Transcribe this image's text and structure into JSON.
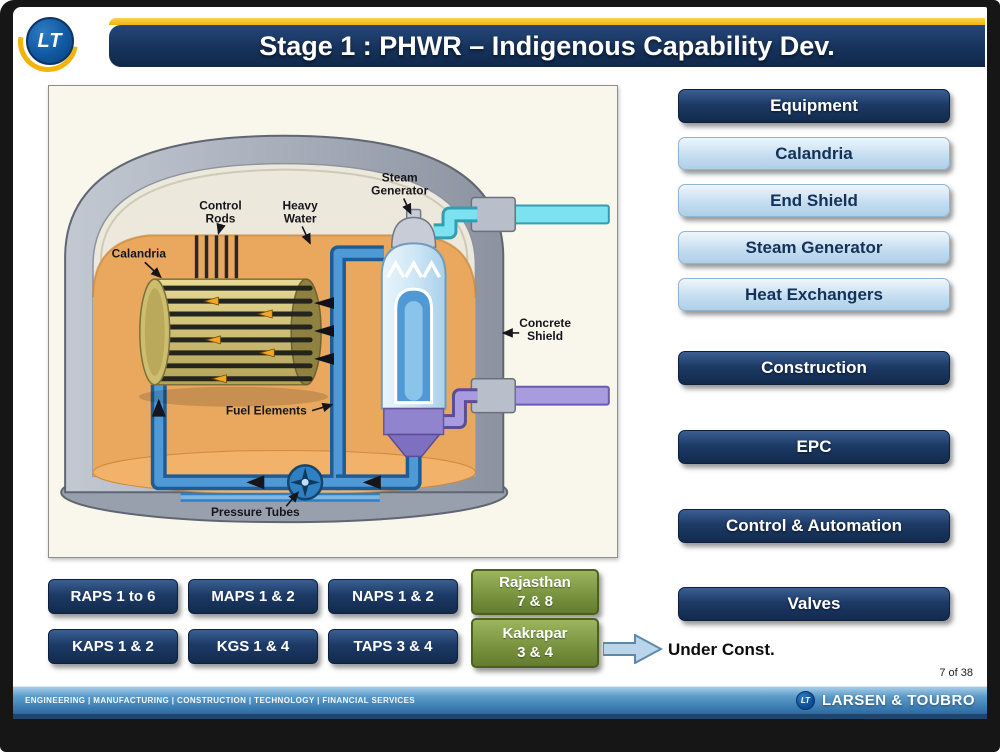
{
  "header": {
    "title": "Stage 1 : PHWR – Indigenous Capability Dev."
  },
  "logo": {
    "monogram": "LT"
  },
  "diagram": {
    "labels": {
      "control_rods_line1": "Control",
      "control_rods_line2": "Rods",
      "heavy_water_line1": "Heavy",
      "heavy_water_line2": "Water",
      "steam_gen_line1": "Steam",
      "steam_gen_line2": "Generator",
      "calandria": "Calandria",
      "concrete_line1": "Concrete",
      "concrete_line2": "Shield",
      "fuel_elements": "Fuel Elements",
      "pressure_tubes": "Pressure Tubes"
    }
  },
  "sidebar": {
    "equipment_header": "Equipment",
    "equipment_items": [
      {
        "label": "Calandria"
      },
      {
        "label": "End Shield"
      },
      {
        "label": "Steam Generator"
      },
      {
        "label": "Heat Exchangers"
      }
    ],
    "category_buttons": [
      {
        "label": "Construction"
      },
      {
        "label": "EPC"
      },
      {
        "label": "Control & Automation"
      },
      {
        "label": "Valves"
      }
    ]
  },
  "plants": {
    "units": [
      {
        "label": "RAPS 1 to 6"
      },
      {
        "label": "MAPS 1 & 2"
      },
      {
        "label": "NAPS 1 & 2"
      },
      {
        "label": "KAPS 1 & 2"
      },
      {
        "label": "KGS 1 & 4"
      },
      {
        "label": "TAPS 3 & 4"
      }
    ],
    "under_construction": [
      {
        "line1": "Rajasthan",
        "line2": "7 & 8"
      },
      {
        "line1": "Kakrapar",
        "line2": "3 & 4"
      }
    ],
    "under_const_label": "Under Const."
  },
  "page_indicator": "7 of 38",
  "footer": {
    "services": "ENGINEERING   |   MANUFACTURING   |   CONSTRUCTION   |   TECHNOLOGY   |   FINANCIAL SERVICES",
    "brand": "LARSEN & TOUBRO"
  },
  "colors": {
    "navy": "#1c3a66",
    "light_blue": "#cfe2f3",
    "green": "#77933c",
    "accent_yellow": "#f2b30a",
    "footer_blue": "#4a90c4"
  }
}
